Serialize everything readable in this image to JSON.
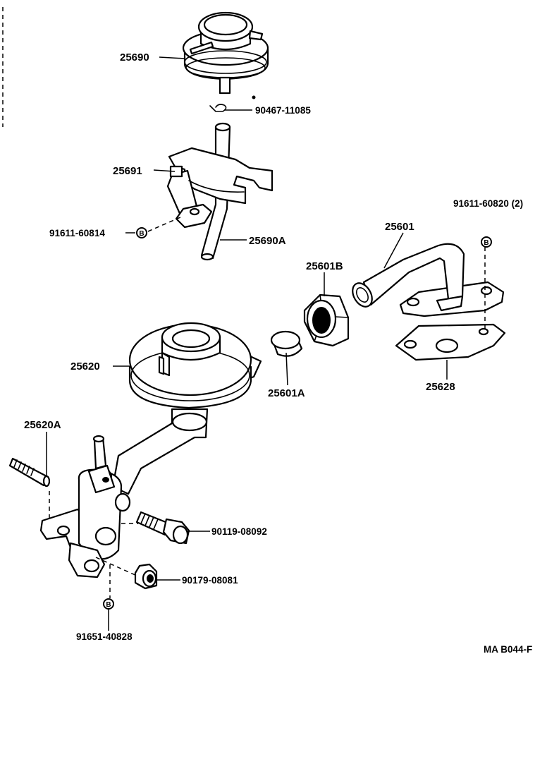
{
  "diagram": {
    "reference_code": "MA B044-F",
    "washer_mark": "B",
    "labels": {
      "p25690": "25690",
      "p90467": "90467-11085",
      "p25691": "25691",
      "p91611_60814": "91611-60814",
      "p25690A": "25690A",
      "p91611_60820": "91611-60820 (2)",
      "p25601": "25601",
      "p25601B": "25601B",
      "p25620": "25620",
      "p25601A": "25601A",
      "p25628": "25628",
      "p25620A": "25620A",
      "p90119": "90119-08092",
      "p90179": "90179-08081",
      "p91651": "91651-40828"
    }
  }
}
